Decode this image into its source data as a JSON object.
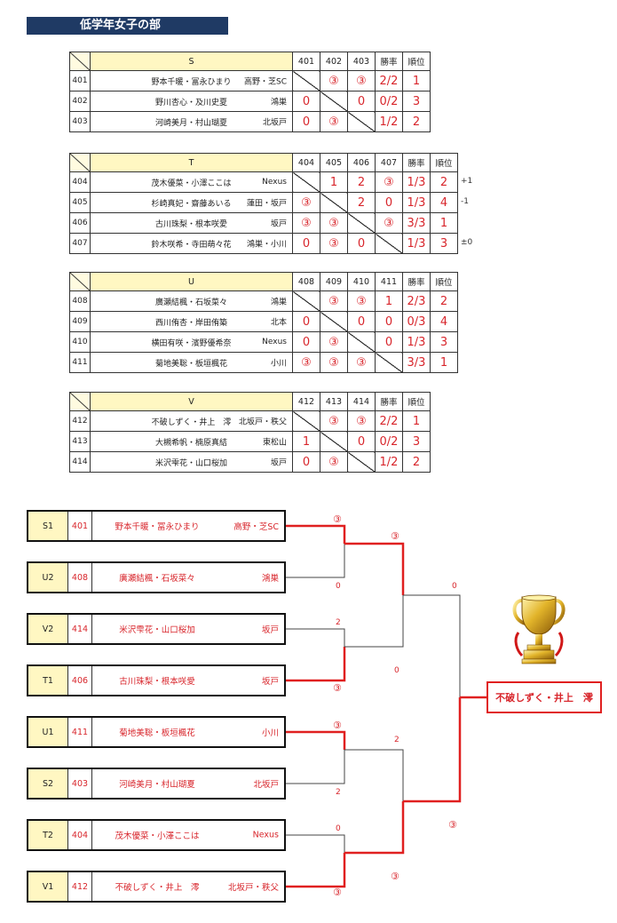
{
  "title": "低学年女子の部",
  "leagues": [
    {
      "group": "S",
      "cols": [
        "401",
        "402",
        "403"
      ],
      "rate_label": "勝率",
      "rank_label": "順位",
      "rows": [
        {
          "id": "401",
          "names": "野本千暖・冨永ひまり",
          "club": "高野・芝SC",
          "cells": [
            "",
            "③",
            "③"
          ],
          "rate": "2/2",
          "rank": "1",
          "note": ""
        },
        {
          "id": "402",
          "names": "野川杏心・及川史夏",
          "club": "鴻巣",
          "cells": [
            "0",
            "",
            "0"
          ],
          "rate": "0/2",
          "rank": "3",
          "note": ""
        },
        {
          "id": "403",
          "names": "河崎美月・村山瑚夏",
          "club": "北坂戸",
          "cells": [
            "0",
            "③",
            ""
          ],
          "rate": "1/2",
          "rank": "2",
          "note": ""
        }
      ]
    },
    {
      "group": "T",
      "cols": [
        "404",
        "405",
        "406",
        "407"
      ],
      "rate_label": "勝率",
      "rank_label": "順位",
      "rows": [
        {
          "id": "404",
          "names": "茂木優菜・小澤ここは",
          "club": "Nexus",
          "cells": [
            "",
            "1",
            "2",
            "③"
          ],
          "rate": "1/3",
          "rank": "2",
          "note": "+1"
        },
        {
          "id": "405",
          "names": "杉崎真妃・齋藤あいる",
          "club": "蓮田・坂戸",
          "cells": [
            "③",
            "",
            "2",
            "0"
          ],
          "rate": "1/3",
          "rank": "4",
          "note": "-1"
        },
        {
          "id": "406",
          "names": "古川珠梨・根本咲愛",
          "club": "坂戸",
          "cells": [
            "③",
            "③",
            "",
            "③"
          ],
          "rate": "3/3",
          "rank": "1",
          "note": ""
        },
        {
          "id": "407",
          "names": "鈴木咲希・寺田萌々花",
          "club": "鴻巣・小川",
          "cells": [
            "0",
            "③",
            "0",
            ""
          ],
          "rate": "1/3",
          "rank": "3",
          "note": "±0"
        }
      ]
    },
    {
      "group": "U",
      "cols": [
        "408",
        "409",
        "410",
        "411"
      ],
      "rate_label": "勝率",
      "rank_label": "順位",
      "rows": [
        {
          "id": "408",
          "names": "廣瀬結楓・石坂菜々",
          "club": "鴻巣",
          "cells": [
            "",
            "③",
            "③",
            "1"
          ],
          "rate": "2/3",
          "rank": "2",
          "note": ""
        },
        {
          "id": "409",
          "names": "西川侑杏・岸田侑築",
          "club": "北本",
          "cells": [
            "0",
            "",
            "0",
            "0"
          ],
          "rate": "0/3",
          "rank": "4",
          "note": ""
        },
        {
          "id": "410",
          "names": "横田有咲・濱野優希奈",
          "club": "Nexus",
          "cells": [
            "0",
            "③",
            "",
            "0"
          ],
          "rate": "1/3",
          "rank": "3",
          "note": ""
        },
        {
          "id": "411",
          "names": "菊地美聡・板垣楓花",
          "club": "小川",
          "cells": [
            "③",
            "③",
            "③",
            ""
          ],
          "rate": "3/3",
          "rank": "1",
          "note": ""
        }
      ]
    },
    {
      "group": "V",
      "cols": [
        "412",
        "413",
        "414"
      ],
      "rate_label": "勝率",
      "rank_label": "順位",
      "rows": [
        {
          "id": "412",
          "names": "不破しずく・井上　澪",
          "club": "北坂戸・秩父",
          "cells": [
            "",
            "③",
            "③"
          ],
          "rate": "2/2",
          "rank": "1",
          "note": ""
        },
        {
          "id": "413",
          "names": "大槻希帆・楠原真結",
          "club": "東松山",
          "cells": [
            "1",
            "",
            "0"
          ],
          "rate": "0/2",
          "rank": "3",
          "note": ""
        },
        {
          "id": "414",
          "names": "米沢雫花・山口桜加",
          "club": "坂戸",
          "cells": [
            "0",
            "③",
            ""
          ],
          "rate": "1/2",
          "rank": "2",
          "note": ""
        }
      ]
    }
  ],
  "bracket": {
    "entries": [
      {
        "seed": "S1",
        "id": "401",
        "names": "野本千暖・冨永ひまり",
        "club": "高野・芝SC"
      },
      {
        "seed": "U2",
        "id": "408",
        "names": "廣瀬結楓・石坂菜々",
        "club": "鴻巣"
      },
      {
        "seed": "V2",
        "id": "414",
        "names": "米沢雫花・山口桜加",
        "club": "坂戸"
      },
      {
        "seed": "T1",
        "id": "406",
        "names": "古川珠梨・根本咲愛",
        "club": "坂戸"
      },
      {
        "seed": "U1",
        "id": "411",
        "names": "菊地美聡・板垣楓花",
        "club": "小川"
      },
      {
        "seed": "S2",
        "id": "403",
        "names": "河崎美月・村山瑚夏",
        "club": "北坂戸"
      },
      {
        "seed": "T2",
        "id": "404",
        "names": "茂木優菜・小澤ここは",
        "club": "Nexus"
      },
      {
        "seed": "V1",
        "id": "412",
        "names": "不破しずく・井上　澪",
        "club": "北坂戸・秩父"
      }
    ],
    "scores": {
      "r1_a_top": "③",
      "r1_a_bot": "0",
      "r1_b_top": "2",
      "r1_b_bot": "③",
      "r1_c_top": "③",
      "r1_c_bot": "2",
      "r1_d_top": "0",
      "r1_d_bot": "③",
      "sf_top_top": "③",
      "sf_top_bot": "0",
      "sf_bot_top": "2",
      "sf_bot_bot": "③",
      "final_top": "0",
      "final_bot": "③"
    },
    "champion": "不破しずく・井上　澪",
    "trophy_icon": "trophy-icon",
    "accent_color": "#e02020"
  }
}
